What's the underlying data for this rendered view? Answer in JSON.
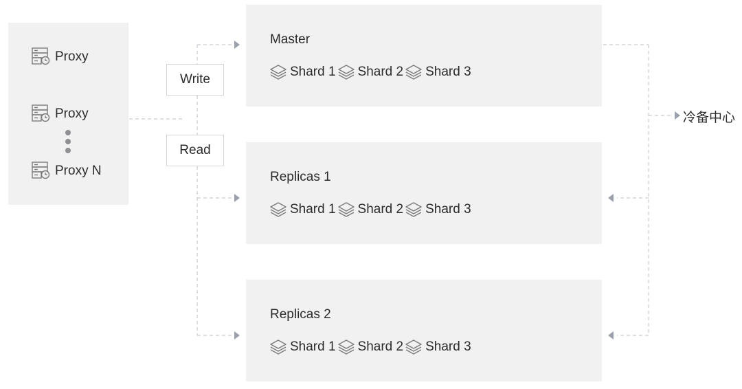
{
  "proxies": {
    "items": [
      {
        "label": "Proxy"
      },
      {
        "label": "Proxy"
      },
      {
        "label": "Proxy N"
      }
    ]
  },
  "operations": {
    "write_label": "Write",
    "read_label": "Read"
  },
  "nodes": [
    {
      "title": "Master",
      "shards": [
        "Shard 1",
        "Shard 2",
        "Shard 3"
      ]
    },
    {
      "title": "Replicas 1",
      "shards": [
        "Shard 1",
        "Shard 2",
        "Shard 3"
      ]
    },
    {
      "title": "Replicas 2",
      "shards": [
        "Shard 1",
        "Shard 2",
        "Shard 3"
      ]
    }
  ],
  "cold_backup": {
    "label": "冷备中心"
  },
  "colors": {
    "panel": "#f1f1f1",
    "connector": "#c9ccd4",
    "arrow": "#9aa0ac",
    "icon": "#7a7a7a"
  }
}
